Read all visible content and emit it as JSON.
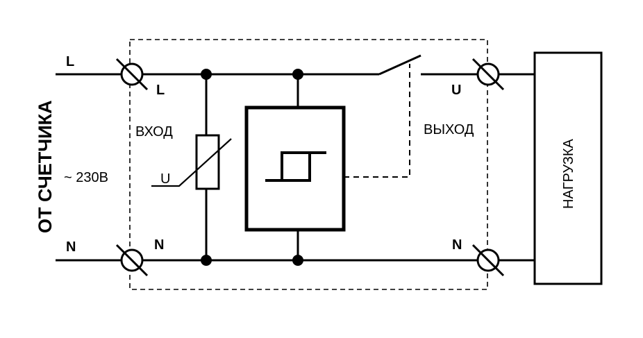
{
  "labels": {
    "source": "ОТ СЧЕТЧИКА",
    "voltage": "~ 230В",
    "input": "ВХОД",
    "output": "ВЫХОД",
    "load": "НАГРУЗКА",
    "varistor": "U",
    "in_outer_l": "L",
    "in_outer_n": "N",
    "in_inner_l": "L",
    "in_inner_n": "N",
    "out_top": "U",
    "out_bottom": "N"
  }
}
